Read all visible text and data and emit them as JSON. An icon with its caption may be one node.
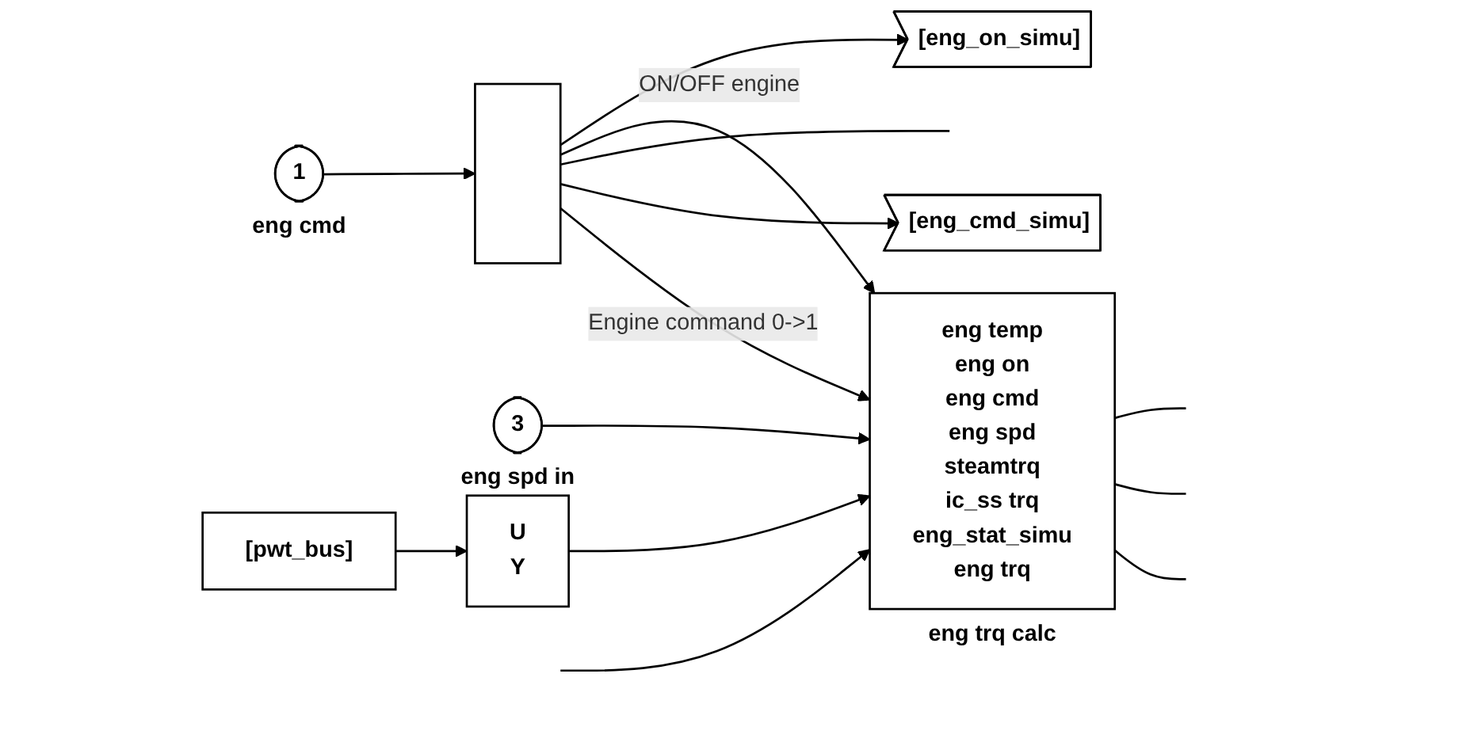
{
  "diagram": {
    "nodes": [
      {
        "text": [
          "1"
        ],
        "beside": [
          "eng cmd"
        ]
      },
      {
        "text": [],
        "shape": "bar"
      },
      {
        "text": [
          "[eng_on_simu]"
        ]
      },
      {
        "text": [
          "[eng_cmd_simu]"
        ]
      },
      {
        "text": [
          "3"
        ],
        "beside": [
          "eng spd in"
        ]
      },
      {
        "text": [
          "[pwt_bus]"
        ]
      },
      {
        "text": [
          "U",
          "Y"
        ]
      },
      {
        "text": [
          "eng temp",
          "eng on",
          "eng cmd",
          "eng spd",
          "steamtrq",
          "ic_ss trq",
          "eng_stat_simu",
          "eng trq"
        ],
        "beside": [
          "eng trq calc"
        ]
      }
    ],
    "edges": [
      {
        "from": 0,
        "to": 1,
        "arrow": "to"
      },
      {
        "from": 1,
        "to": 2,
        "arrow": "to"
      },
      {
        "from": 1,
        "to": 7,
        "arrow": "to",
        "label": "ON/OFF engine"
      },
      {
        "from": 1,
        "to": null,
        "arrow": "none"
      },
      {
        "from": 1,
        "to": 3,
        "arrow": "to"
      },
      {
        "from": 1,
        "to": 7,
        "arrow": "to",
        "label": "Engine command 0->1"
      },
      {
        "from": 4,
        "to": 7,
        "arrow": "to"
      },
      {
        "from": 5,
        "to": 6,
        "arrow": "to"
      },
      {
        "from": 6,
        "to": 7,
        "arrow": "to"
      },
      {
        "from": null,
        "to": 7,
        "arrow": "to"
      },
      {
        "from": 7,
        "to": null,
        "arrow": "none"
      },
      {
        "from": 7,
        "to": null,
        "arrow": "none"
      },
      {
        "from": 7,
        "to": null,
        "arrow": "none"
      }
    ]
  }
}
